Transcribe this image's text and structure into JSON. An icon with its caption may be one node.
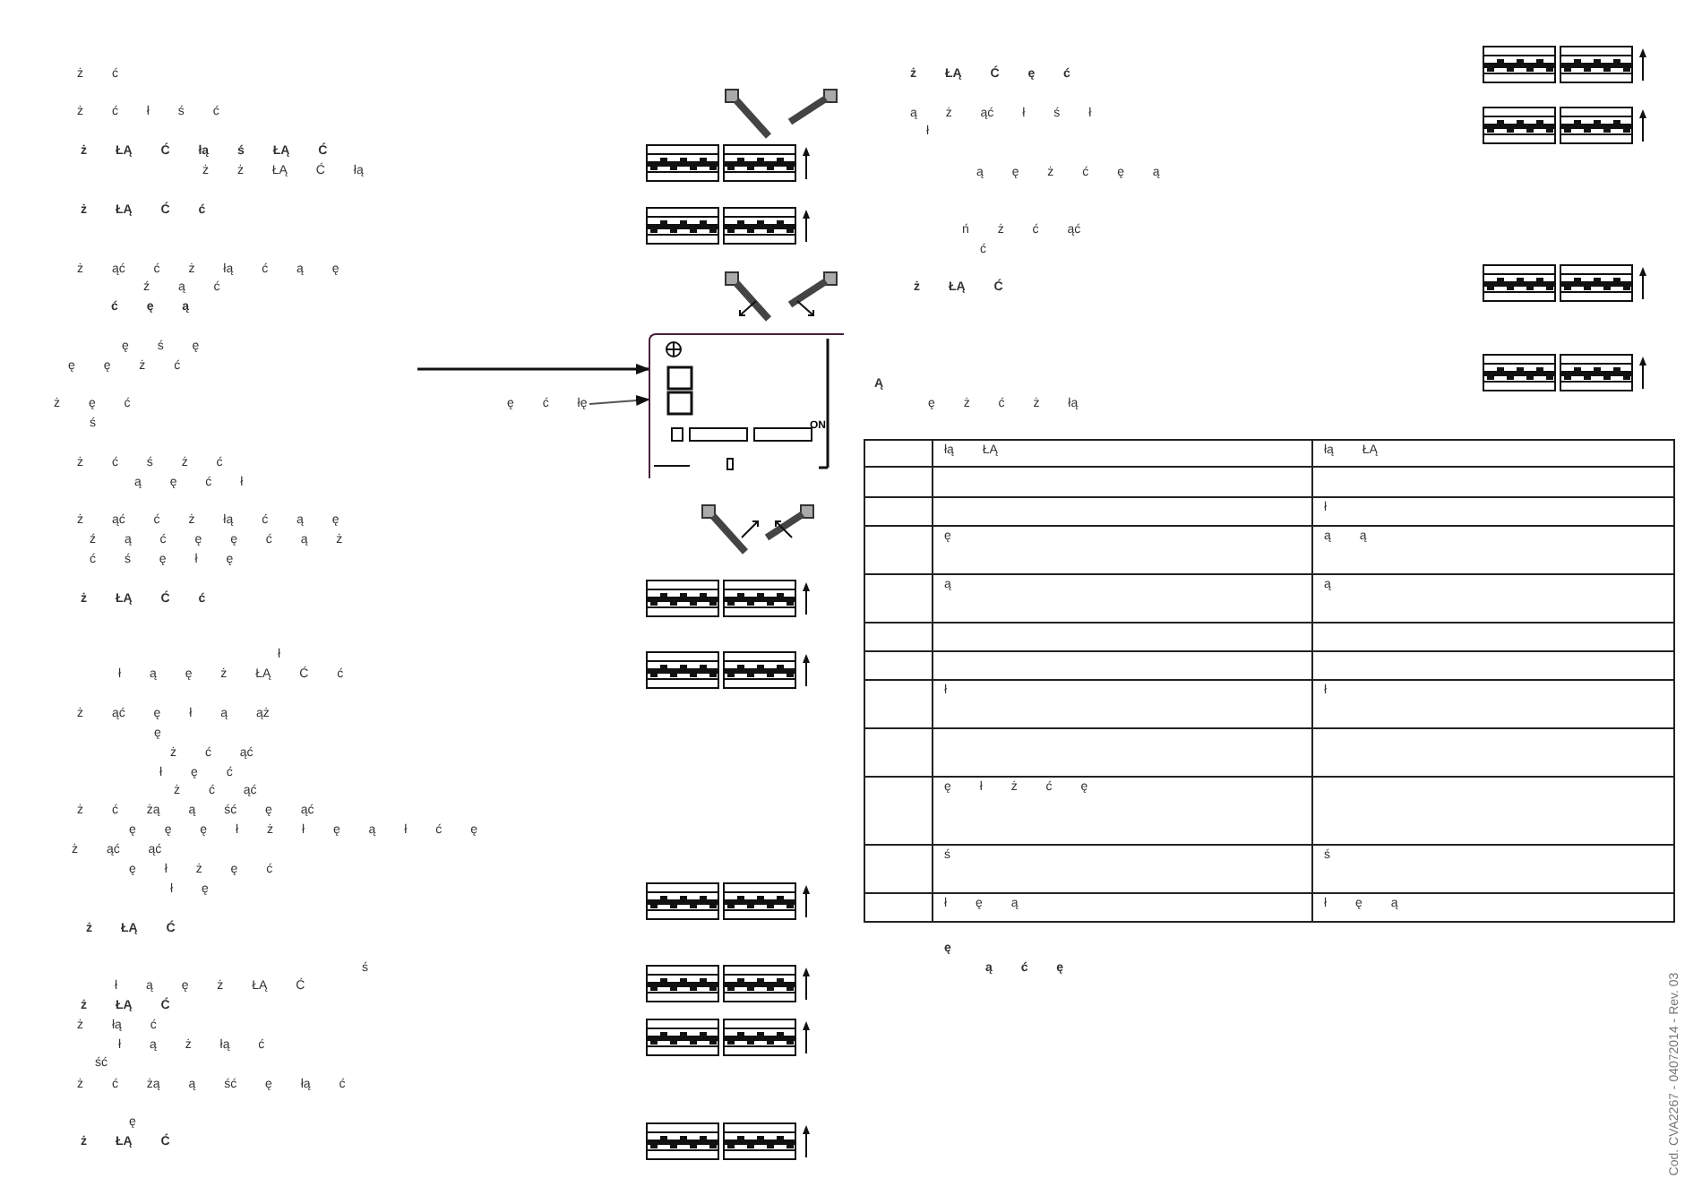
{
  "diagram": {
    "nodes": [
      {
        "text": [],
        "shape": "picture"
      },
      {
        "text": [
          "ę ć łę"
        ]
      }
    ],
    "edges": [
      {
        "from": null,
        "to": 0,
        "arrow": "to"
      },
      {
        "from": 1,
        "to": 0,
        "arrow": "to"
      }
    ],
    "labels": [
      "ż ć",
      "ż ć ł ś ć",
      "ż ŁĄ Ć łą ś ŁĄ Ć",
      "ż ż ŁĄ Ć łą",
      "ż ŁĄ Ć ć",
      "ż ąć ć ż łą ć ą ę",
      "ź ą ć",
      "ć ę ą",
      "ę ś ę",
      "ę ę ż ć",
      "ż ę ć",
      "ś",
      "ż ć ś ż ć",
      "ą ę ć ł",
      "ż ąć ć ż łą ć ą ę",
      "ź ą ć ę ę ć ą ż",
      "ć ś ę ł ę",
      "ż ŁĄ Ć ć",
      "ł",
      "ł ą ę ż ŁĄ Ć ć",
      "ż ąć ę ł ą ąż",
      "ę",
      "ż ć ąć",
      "ł ę ć",
      "ż ć ąć",
      "ż ć żą ą ść ę ąć",
      "ę ę ę ł ż ł ę ą ł ć ę",
      "ż ąć ąć",
      "ę ł ż ę ć",
      "ł ę",
      "ż ŁĄ Ć",
      "ś",
      "ł ą ę ż ŁĄ Ć",
      "ż ŁĄ Ć",
      "ż łą ć",
      "ł ą ż łą ć",
      "ść",
      "ż ć żą ą ść ę łą ć",
      "ę",
      "ż ŁĄ Ć",
      "ż ŁĄ Ć ę ć",
      "ą ż ąć ł ś ł",
      "ł",
      "ą ę ż ć ę ą",
      "ń ż ć ąć",
      "ć",
      "ż ŁĄ Ć",
      "Ą",
      "ę ż ć ż łą",
      "łą ŁĄ",
      "łą ŁĄ",
      "ł",
      "ę",
      "ą ą",
      "ą",
      "ą",
      "ł",
      "ł",
      "ę ł ż ć ę",
      "ś",
      "ś",
      "ł ę ą",
      "ł ę ą",
      "ę",
      "ą ć ę",
      "ON",
      "Cod. CVA2267 - 04072014 - Rev. 03"
    ]
  }
}
